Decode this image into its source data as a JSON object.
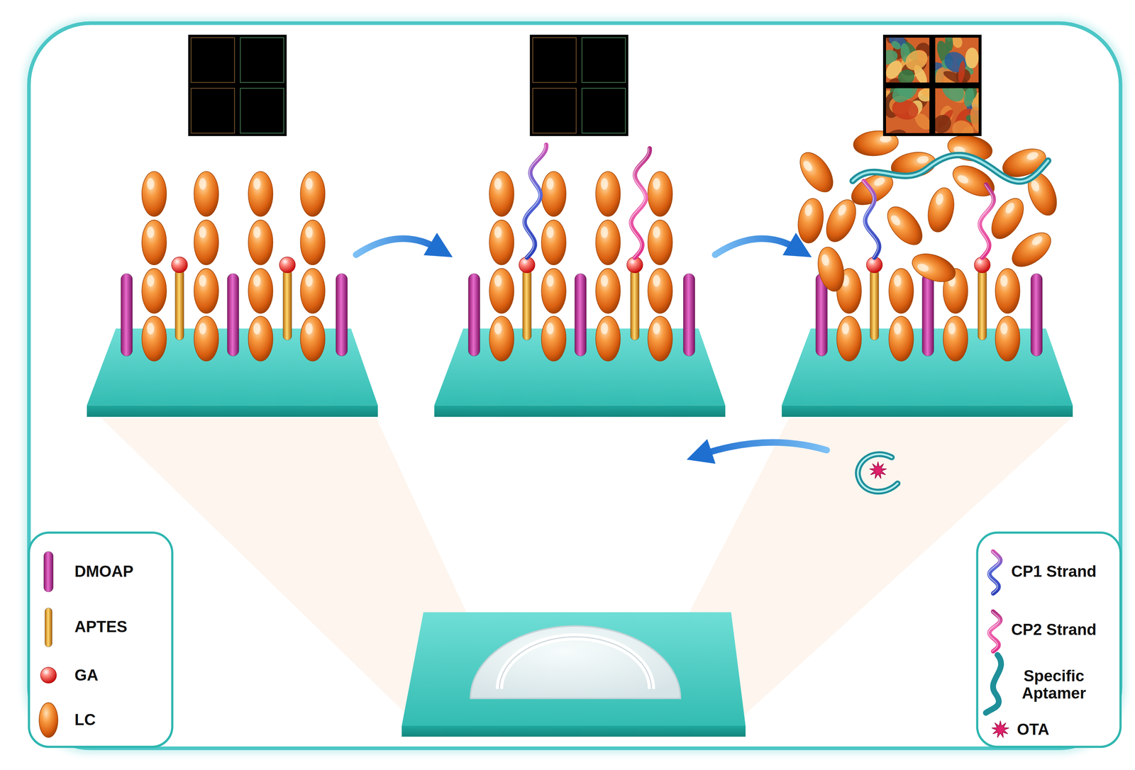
{
  "diagram": {
    "legend": [
      {
        "text": "DMOAP"
      },
      {
        "text": "APTES"
      },
      {
        "text": "GA"
      },
      {
        "text": "LC"
      },
      {
        "text": "CP1 Strand"
      },
      {
        "text": "CP2 Strand"
      },
      {
        "text": "Specific Aptamer"
      },
      {
        "text": "OTA"
      }
    ]
  }
}
